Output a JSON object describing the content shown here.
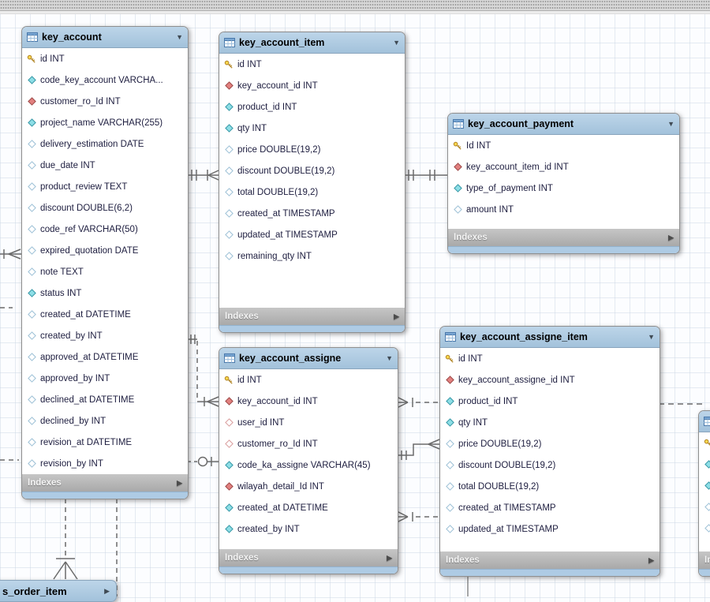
{
  "canvas": {
    "kind": "EER diagram canvas"
  },
  "icons": {
    "collapse": "▼",
    "expand": "▶"
  },
  "entities": [
    {
      "title": "key_account",
      "footer": "Indexes",
      "fields": [
        {
          "icon": "pk",
          "text": "id INT"
        },
        {
          "icon": "attr",
          "text": "code_key_account VARCHA..."
        },
        {
          "icon": "fk",
          "text": "customer_ro_Id INT"
        },
        {
          "icon": "attr",
          "text": "project_name VARCHAR(255)"
        },
        {
          "icon": "open",
          "text": "delivery_estimation DATE"
        },
        {
          "icon": "open",
          "text": "due_date INT"
        },
        {
          "icon": "open",
          "text": "product_review TEXT"
        },
        {
          "icon": "open",
          "text": "discount DOUBLE(6,2)"
        },
        {
          "icon": "open",
          "text": "code_ref VARCHAR(50)"
        },
        {
          "icon": "open",
          "text": "expired_quotation DATE"
        },
        {
          "icon": "open",
          "text": "note TEXT"
        },
        {
          "icon": "attr",
          "text": "status INT"
        },
        {
          "icon": "open",
          "text": "created_at DATETIME"
        },
        {
          "icon": "open",
          "text": "created_by INT"
        },
        {
          "icon": "open",
          "text": "approved_at DATETIME"
        },
        {
          "icon": "open",
          "text": "approved_by INT"
        },
        {
          "icon": "open",
          "text": "declined_at DATETIME"
        },
        {
          "icon": "open",
          "text": "declined_by INT"
        },
        {
          "icon": "open",
          "text": "revision_at DATETIME"
        },
        {
          "icon": "open",
          "text": "revision_by INT"
        }
      ]
    },
    {
      "title": "key_account_item",
      "footer": "Indexes",
      "fields": [
        {
          "icon": "pk",
          "text": "id INT"
        },
        {
          "icon": "fk",
          "text": "key_account_id INT"
        },
        {
          "icon": "attr",
          "text": "product_id INT"
        },
        {
          "icon": "attr",
          "text": "qty INT"
        },
        {
          "icon": "open",
          "text": "price DOUBLE(19,2)"
        },
        {
          "icon": "open",
          "text": "discount DOUBLE(19,2)"
        },
        {
          "icon": "open",
          "text": "total DOUBLE(19,2)"
        },
        {
          "icon": "open",
          "text": "created_at TIMESTAMP"
        },
        {
          "icon": "open",
          "text": "updated_at TIMESTAMP"
        },
        {
          "icon": "open",
          "text": "remaining_qty INT"
        }
      ]
    },
    {
      "title": "key_account_payment",
      "footer": "Indexes",
      "fields": [
        {
          "icon": "pk",
          "text": "Id INT"
        },
        {
          "icon": "fk",
          "text": "key_account_item_id INT"
        },
        {
          "icon": "attr",
          "text": "type_of_payment INT"
        },
        {
          "icon": "open",
          "text": "amount INT"
        }
      ]
    },
    {
      "title": "key_account_assigne",
      "footer": "Indexes",
      "fields": [
        {
          "icon": "pk",
          "text": "id INT"
        },
        {
          "icon": "fk",
          "text": "key_account_id INT"
        },
        {
          "icon": "fkopen",
          "text": "user_id INT"
        },
        {
          "icon": "fkopen",
          "text": "customer_ro_Id INT"
        },
        {
          "icon": "attr",
          "text": "code_ka_assigne VARCHAR(45)"
        },
        {
          "icon": "fk",
          "text": "wilayah_detail_Id INT"
        },
        {
          "icon": "attr",
          "text": "created_at DATETIME"
        },
        {
          "icon": "attr",
          "text": "created_by INT"
        }
      ]
    },
    {
      "title": "key_account_assigne_item",
      "footer": "Indexes",
      "fields": [
        {
          "icon": "pk",
          "text": "id INT"
        },
        {
          "icon": "fk",
          "text": "key_account_assigne_id INT"
        },
        {
          "icon": "attr",
          "text": "product_id INT"
        },
        {
          "icon": "attr",
          "text": "qty INT"
        },
        {
          "icon": "open",
          "text": "price DOUBLE(19,2)"
        },
        {
          "icon": "open",
          "text": "discount DOUBLE(19,2)"
        },
        {
          "icon": "open",
          "text": "total DOUBLE(19,2)"
        },
        {
          "icon": "open",
          "text": "created_at TIMESTAMP"
        },
        {
          "icon": "open",
          "text": "updated_at TIMESTAMP"
        }
      ]
    },
    {
      "title": "",
      "footer": "Indexes",
      "fields": [
        {
          "icon": "pk",
          "text": ""
        },
        {
          "icon": "attr",
          "text": ""
        },
        {
          "icon": "attr",
          "text": ""
        },
        {
          "icon": "open",
          "text": ""
        },
        {
          "icon": "open",
          "text": ""
        }
      ]
    }
  ],
  "partial_bottom": {
    "title": "s_order_item"
  },
  "relationships": [
    {
      "from": "key_account",
      "to": "key_account_item",
      "style": "solid",
      "cardinality": "one-to-many"
    },
    {
      "from": "key_account_item",
      "to": "key_account_payment",
      "style": "solid",
      "cardinality": "one-to-one"
    },
    {
      "from": "key_account",
      "to": "key_account_assigne",
      "style": "dashed",
      "cardinality": "one-to-many"
    },
    {
      "from": "key_account",
      "to": "key_account_assigne",
      "style": "dashed",
      "cardinality": "zero-or-one"
    },
    {
      "from": "offscreen-left",
      "to": "key_account",
      "style": "solid",
      "cardinality": "many"
    },
    {
      "from": "key_account",
      "to": "s_order_item",
      "style": "dashed",
      "cardinality": "one-to-many"
    },
    {
      "from": "key_account_assigne",
      "to": "key_account_assigne_item",
      "style": "dashed",
      "cardinality": "many"
    },
    {
      "from": "key_account_assigne",
      "to": "key_account_assigne_item",
      "style": "solid",
      "cardinality": "one-to-many"
    },
    {
      "from": "key_account_assigne",
      "to": "key_account_assigne_item",
      "style": "dashed",
      "cardinality": "many"
    },
    {
      "from": "key_account_assigne_item",
      "to": "offscreen-right-table",
      "style": "dashed"
    }
  ],
  "colors": {
    "header": "#aec9e0",
    "footer": "#b2b2b2",
    "bottom_strip": "#aecbe4",
    "pk_key": "#ffd84d",
    "fk_diamond": "#e2807f",
    "attr_diamond": "#8ddee6",
    "wire": "#6b6b6b"
  }
}
